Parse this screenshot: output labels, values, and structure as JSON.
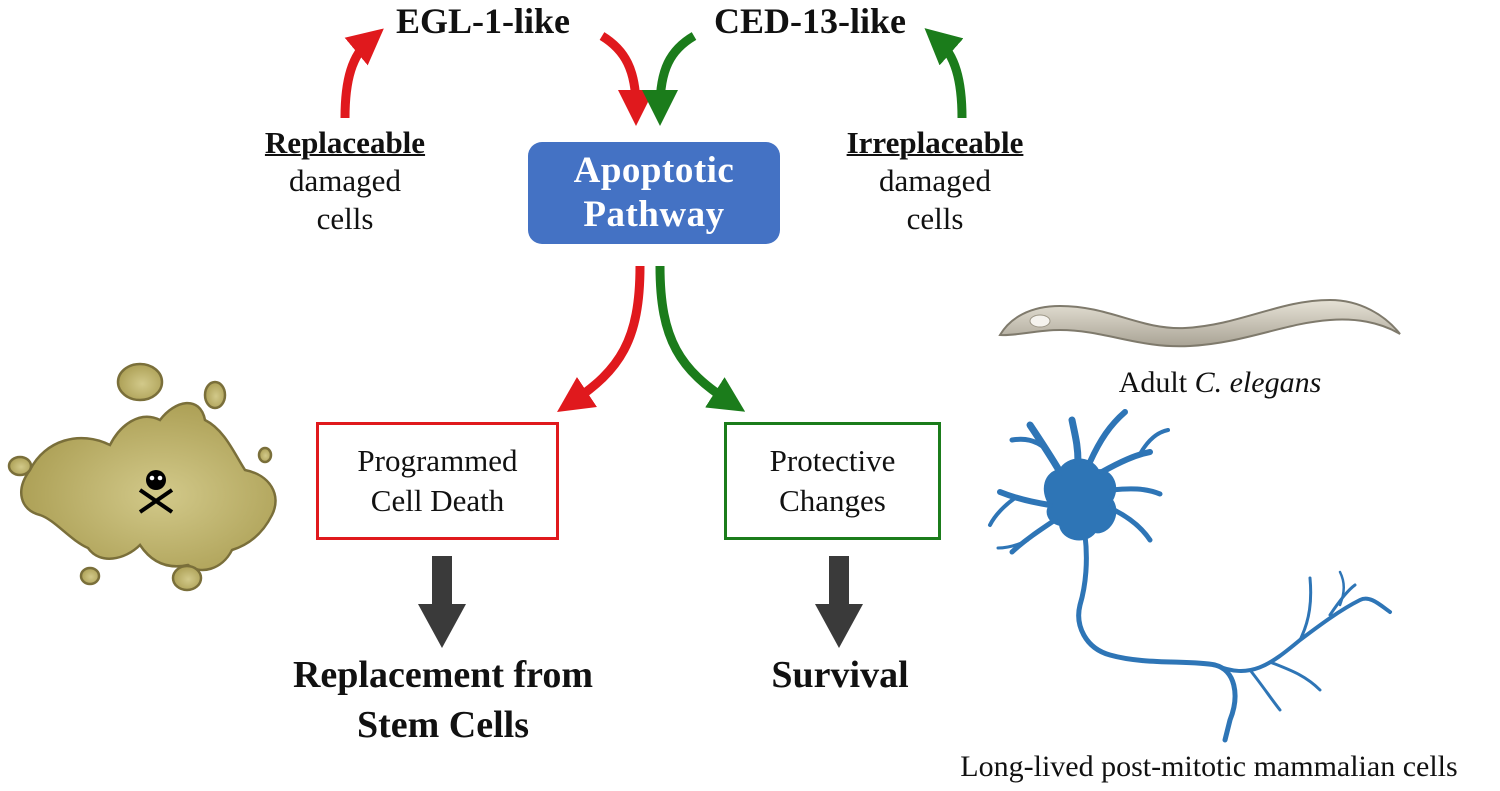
{
  "top": {
    "left_signal": "EGL-1-like",
    "right_signal": "CED-13-like"
  },
  "inputs": {
    "left_title": "Replaceable",
    "left_line2": "damaged",
    "left_line3": "cells",
    "right_title": "Irreplaceable",
    "right_line2": "damaged",
    "right_line3": "cells"
  },
  "center": {
    "line1": "Apoptotic",
    "line2": "Pathway"
  },
  "outcomes": {
    "left_box_line1": "Programmed",
    "left_box_line2": "Cell Death",
    "right_box_line1": "Protective",
    "right_box_line2": "Changes",
    "left_result_line1": "Replacement from",
    "left_result_line2": "Stem Cells",
    "right_result": "Survival"
  },
  "captions": {
    "worm_prefix": "Adult ",
    "worm_species": "C. elegans",
    "neuron": "Long-lived post-mitotic mammalian cells"
  },
  "colors": {
    "red": "#e0191d",
    "green": "#1b7c1b",
    "blue": "#4472c4",
    "dark_arrow": "#3a3a3a",
    "dying_cell": "#b4a860",
    "neuron": "#2e75b6"
  },
  "icons": [
    "skull-crossbones-icon",
    "worm-illustration",
    "neuron-illustration",
    "dying-cell-illustration"
  ]
}
